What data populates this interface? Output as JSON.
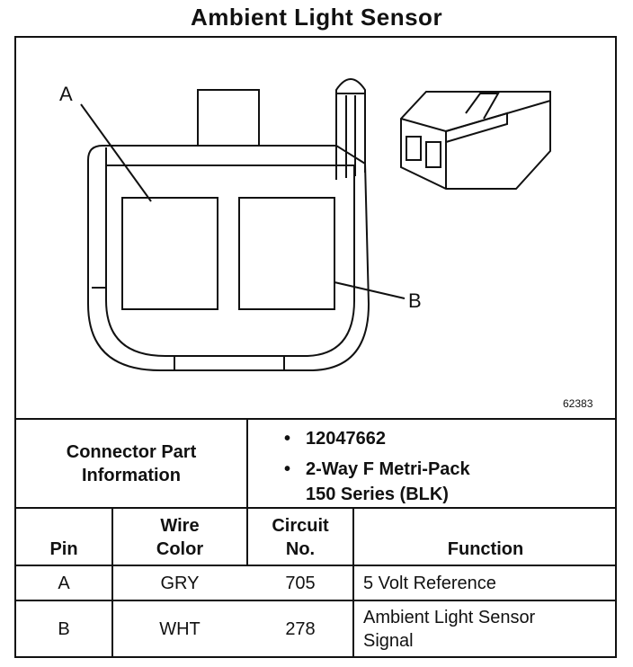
{
  "title": "Ambient Light Sensor",
  "figure_id": "62383",
  "labels": {
    "a": "A",
    "b": "B"
  },
  "connector": {
    "header_line1": "Connector Part",
    "header_line2": "Information",
    "bullet": "•",
    "part_number": "12047662",
    "desc_line1": "2-Way F Metri-Pack",
    "desc_line2": "150 Series (BLK)"
  },
  "table": {
    "headers": {
      "pin": "Pin",
      "wire_line1": "Wire",
      "wire_line2": "Color",
      "circuit_line1": "Circuit",
      "circuit_line2": "No.",
      "function": "Function"
    },
    "rows": [
      {
        "pin": "A",
        "color": "GRY",
        "circuit": "705",
        "function_line1": "5 Volt Reference",
        "function_line2": ""
      },
      {
        "pin": "B",
        "color": "WHT",
        "circuit": "278",
        "function_line1": "Ambient Light Sensor",
        "function_line2": "Signal"
      }
    ]
  }
}
